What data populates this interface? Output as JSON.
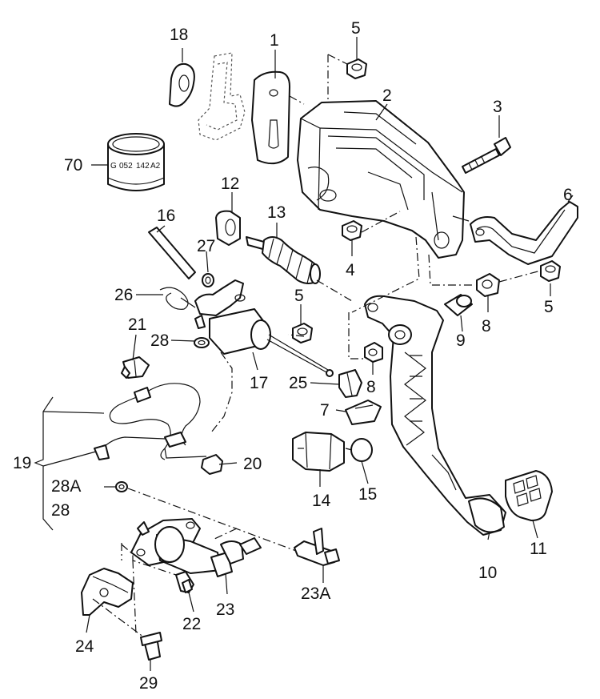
{
  "labels": {
    "p1": "1",
    "p2": "2",
    "p3": "3",
    "p4": "4",
    "p5a": "5",
    "p5b": "5",
    "p5c": "5",
    "p6": "6",
    "p7": "7",
    "p8a": "8",
    "p8b": "8",
    "p9": "9",
    "p10": "10",
    "p11": "11",
    "p12": "12",
    "p13": "13",
    "p14": "14",
    "p15": "15",
    "p16": "16",
    "p17": "17",
    "p18": "18",
    "p19": "19",
    "p20": "20",
    "p21": "21",
    "p22": "22",
    "p23": "23",
    "p23a": "23A",
    "p24": "24",
    "p25": "25",
    "p26": "26",
    "p27": "27",
    "p28a": "28",
    "p28A": "28A",
    "p28b": "28",
    "p29": "29",
    "p70": "70"
  },
  "stamp": {
    "t1": "G",
    "t2": "052",
    "t3": "142",
    "t4": "A2"
  }
}
